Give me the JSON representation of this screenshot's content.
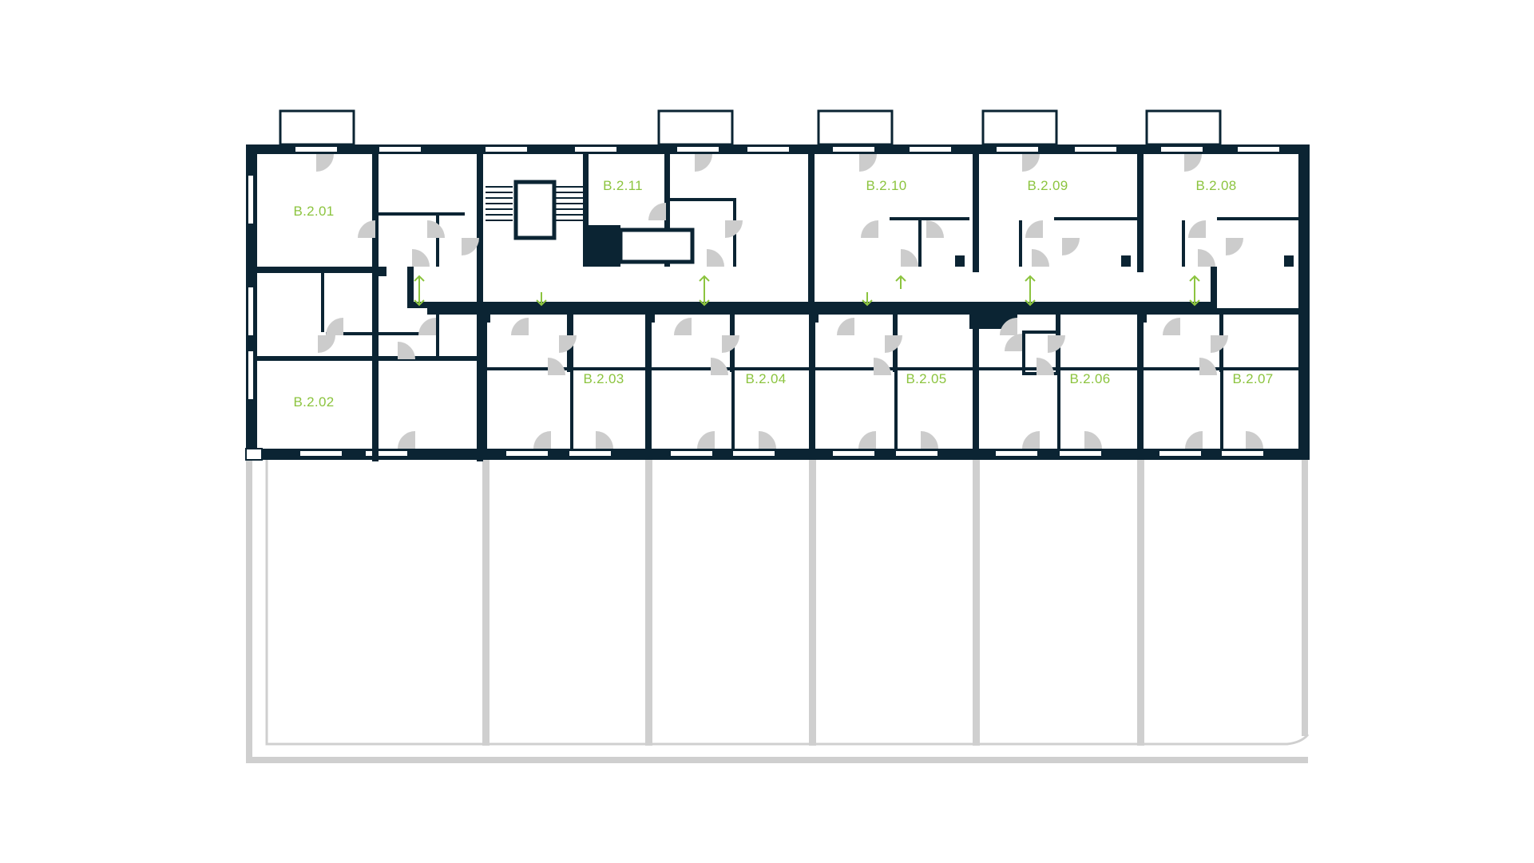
{
  "colors": {
    "wall": "#0b2433",
    "balcony": "#cfcfcf",
    "door": "#cccccc",
    "label": "#8cc43f",
    "arrow": "#8cc43f",
    "background": "#ffffff"
  },
  "floorplan": {
    "units": [
      {
        "id": "b201",
        "label": "B.2.01"
      },
      {
        "id": "b202",
        "label": "B.2.02"
      },
      {
        "id": "b203",
        "label": "B.2.03"
      },
      {
        "id": "b204",
        "label": "B.2.04"
      },
      {
        "id": "b205",
        "label": "B.2.05"
      },
      {
        "id": "b206",
        "label": "B.2.06"
      },
      {
        "id": "b207",
        "label": "B.2.07"
      },
      {
        "id": "b208",
        "label": "B.2.08"
      },
      {
        "id": "b209",
        "label": "B.2.09"
      },
      {
        "id": "b210",
        "label": "B.2.10"
      },
      {
        "id": "b211",
        "label": "B.2.11"
      }
    ]
  }
}
